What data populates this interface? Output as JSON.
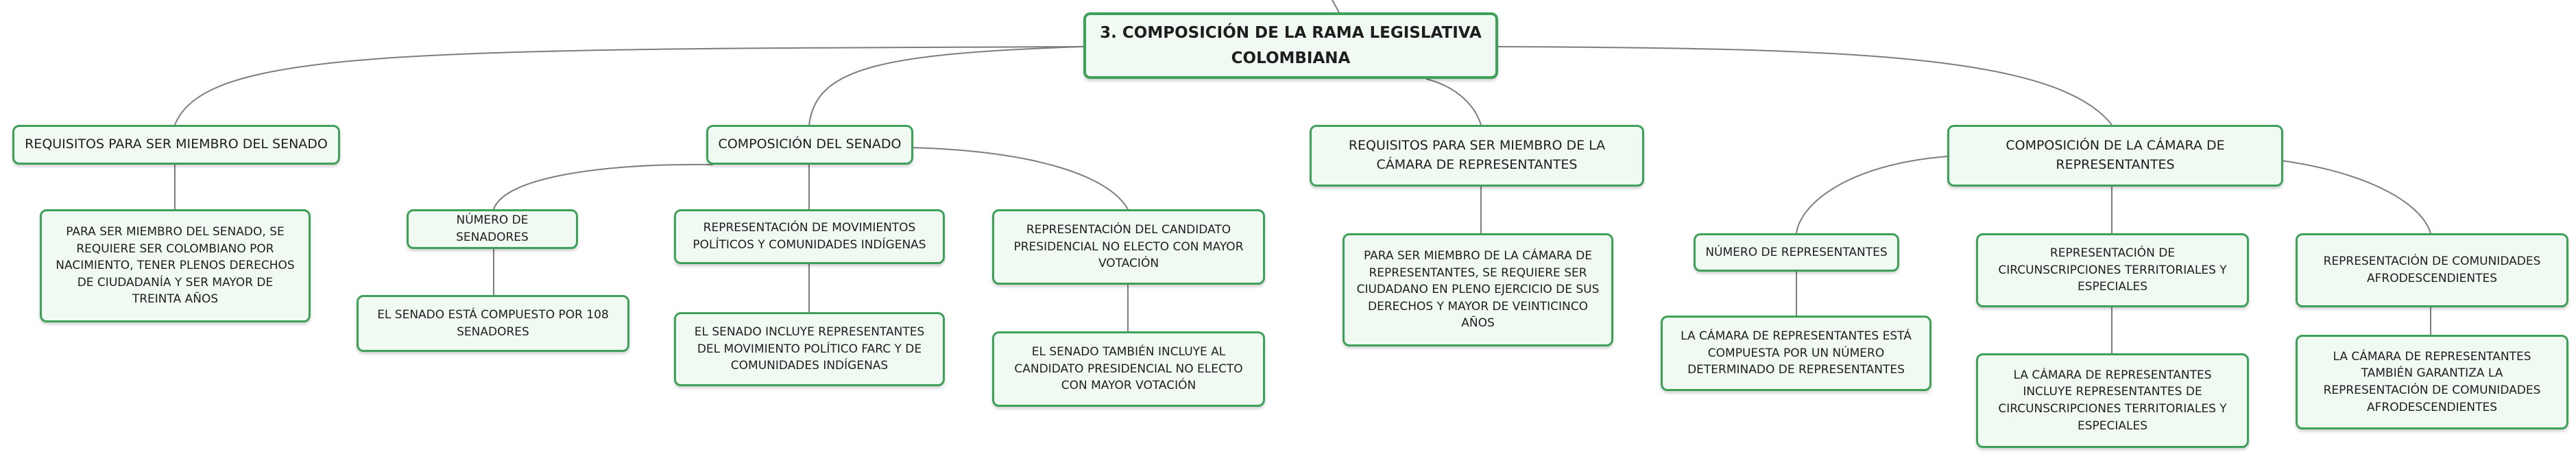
{
  "root": {
    "label": "3. COMPOSICIÓN DE LA RAMA LEGISLATIVA COLOMBIANA"
  },
  "requisitos_senado": {
    "label": "REQUISITOS PARA SER MIEMBRO DEL SENADO",
    "detail": "PARA SER MIEMBRO DEL SENADO, SE REQUIERE SER COLOMBIANO POR NACIMIENTO, TENER PLENOS DERECHOS DE CIUDADANÍA Y SER MAYOR DE TREINTA AÑOS"
  },
  "composicion_senado": {
    "label": "COMPOSICIÓN DEL SENADO",
    "children": [
      {
        "label": "NÚMERO DE SENADORES",
        "detail": "EL SENADO ESTÁ COMPUESTO POR 108 SENADORES"
      },
      {
        "label": "REPRESENTACIÓN DE MOVIMIENTOS POLÍTICOS Y COMUNIDADES INDÍGENAS",
        "detail": "EL SENADO INCLUYE REPRESENTANTES DEL MOVIMIENTO POLÍTICO FARC Y DE COMUNIDADES INDÍGENAS"
      },
      {
        "label": "REPRESENTACIÓN DEL CANDIDATO PRESIDENCIAL NO ELECTO CON MAYOR VOTACIÓN",
        "detail": "EL SENADO TAMBIÉN INCLUYE AL CANDIDATO PRESIDENCIAL NO ELECTO CON MAYOR VOTACIÓN"
      }
    ]
  },
  "requisitos_camara": {
    "label": "REQUISITOS PARA SER MIEMBRO DE LA CÁMARA DE REPRESENTANTES",
    "detail": "PARA SER MIEMBRO DE LA CÁMARA DE REPRESENTANTES, SE REQUIERE SER CIUDADANO EN PLENO EJERCICIO DE SUS DERECHOS Y MAYOR DE VEINTICINCO AÑOS"
  },
  "composicion_camara": {
    "label": "COMPOSICIÓN DE LA CÁMARA DE REPRESENTANTES",
    "children": [
      {
        "label": "NÚMERO DE REPRESENTANTES",
        "detail": "LA CÁMARA DE REPRESENTANTES ESTÁ COMPUESTA POR UN NÚMERO DETERMINADO DE REPRESENTANTES"
      },
      {
        "label": "REPRESENTACIÓN DE CIRCUNSCRIPCIONES TERRITORIALES Y ESPECIALES",
        "detail": "LA CÁMARA DE REPRESENTANTES INCLUYE REPRESENTANTES DE CIRCUNSCRIPCIONES TERRITORIALES Y ESPECIALES"
      },
      {
        "label": "REPRESENTACIÓN DE COMUNIDADES AFRODESCENDIENTES",
        "detail": "LA CÁMARA DE REPRESENTANTES TAMBIÉN GARANTIZA LA REPRESENTACIÓN DE COMUNIDADES AFRODESCENDIENTES"
      }
    ]
  }
}
